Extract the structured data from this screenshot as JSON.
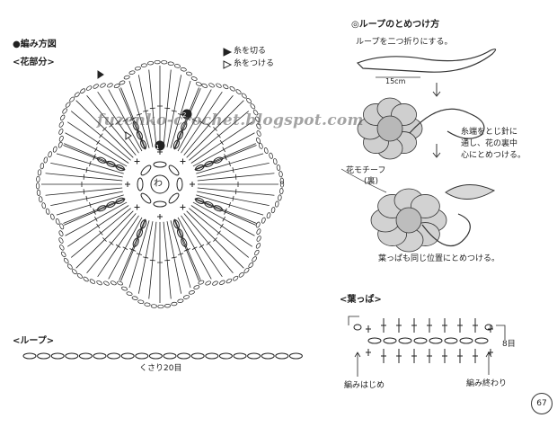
{
  "page": {
    "title": "●編み方図",
    "flower_section": "<花部分>",
    "legend_cut": "糸を切る",
    "legend_attach": "糸をつける",
    "watermark": "fuzenko-crochet.blogspot.com",
    "center_label": "わ",
    "round1": "1",
    "round2": "2",
    "loop_section": "<ループ>",
    "loop_caption": "くさり20目",
    "attach_title": "◎ループのとめつけ方",
    "step1": "ループを二つ折りにする。",
    "length_label": "15cm",
    "step2_line1": "糸端をとじ針に",
    "step2_line2": "通し、花の裏中",
    "step2_line3": "心にとめつける。",
    "motif_label_line1": "花モチーフ",
    "motif_label_line2": "(裏)",
    "step3": "葉っぱも同じ位置にとめつける。",
    "leaf_section": "<葉っぱ>",
    "leaf_count": "8目",
    "leaf_start": "編みはじめ",
    "leaf_end": "編み終わり",
    "page_number": "67"
  }
}
